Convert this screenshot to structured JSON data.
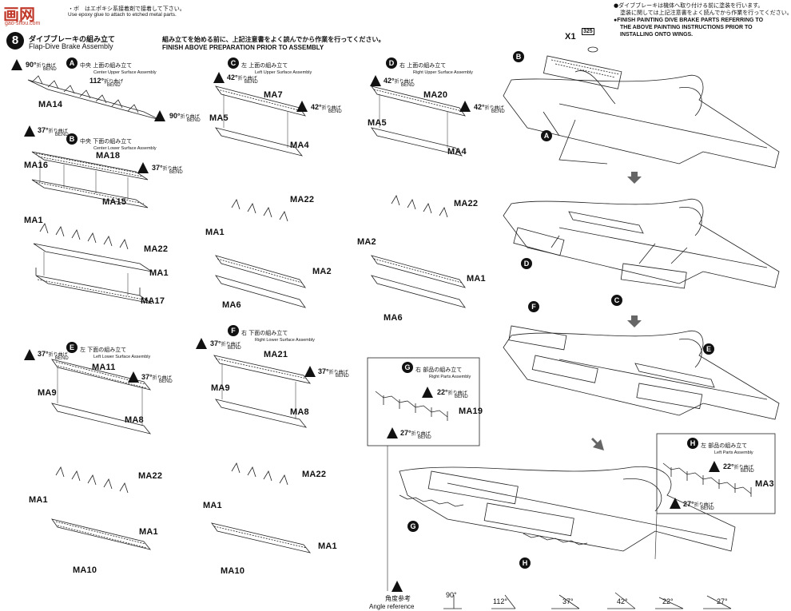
{
  "header": {
    "watermark_cn": "画网",
    "watermark_site": "gao-shou.com",
    "top_note_jp": "・ボ　はエポキシ系接着剤で接着して下さい。",
    "top_note_en": "Use epoxy glue to attach to etched metal parts."
  },
  "step": {
    "number": "8",
    "title_jp": "ダイブブレーキの組み立て",
    "title_en": "Flap-Dive Brake Assembly"
  },
  "prep_note": {
    "jp": "組み立てを始める前に、上記注意書をよく読んでから作業を行ってください。",
    "en": "FINISH ABOVE PREPARATION PRIOR TO ASSEMBLY"
  },
  "paint_note": {
    "jp1": "●ダイブブレーキは機体へ取り付ける前に塗装を行います。",
    "jp2": "塗装に関しては上記注意書をよく読んでから作業を行ってください。",
    "en1": "●FINISH PAINTING DIVE BRAKE PARTS REFERRING TO",
    "en2": "THE ABOVE PAINTING INSTRUCTIONS PRIOR TO",
    "en3": "INSTALLING ONTO WINGS."
  },
  "subassemblies": {
    "A": {
      "letter": "A",
      "jp": "中央 上面の組み立て",
      "en": "Center Upper Surface Assembly"
    },
    "B": {
      "letter": "B",
      "jp": "中央 下面の組み立て",
      "en": "Center Lower Surface Assembly"
    },
    "C": {
      "letter": "C",
      "jp": "左 上面の組み立て",
      "en": "Left Upper Surface Assembly"
    },
    "D": {
      "letter": "D",
      "jp": "右 上面の組み立て",
      "en": "Right Upper Surface Assembly"
    },
    "E": {
      "letter": "E",
      "jp": "左 下面の組み立て",
      "en": "Left Lower Surface Assembly"
    },
    "F": {
      "letter": "F",
      "jp": "右 下面の組み立て",
      "en": "Right Lower Surface Assembly"
    },
    "G": {
      "letter": "G",
      "jp": "右 部品の組み立て",
      "en": "Right Parts Assembly"
    },
    "H": {
      "letter": "H",
      "jp": "左 部品の組み立て",
      "en": "Left Parts Assembly"
    }
  },
  "bend": {
    "jp": "折り曲げ",
    "en": "BEND"
  },
  "bends": {
    "a90": "90°",
    "a112": "112°",
    "a90b": "90°",
    "b37": "37°",
    "b37b": "37°",
    "c42": "42°",
    "c42b": "42°",
    "d42": "42°",
    "d42b": "42°",
    "e37": "37°",
    "e37b": "37°",
    "f37": "37°",
    "f37b": "37°",
    "g22": "22°",
    "g27": "27°",
    "h22": "22°",
    "h27": "27°"
  },
  "parts": {
    "ma14": "MA14",
    "ma18": "MA18",
    "ma16": "MA16",
    "ma15": "MA15",
    "ma1_b": "MA1",
    "ma22_b": "MA22",
    "ma1_b2": "MA1",
    "ma17": "MA17",
    "ma7": "MA7",
    "ma5_c": "MA5",
    "ma4_c": "MA4",
    "ma22_c": "MA22",
    "ma1_c": "MA1",
    "ma2_c": "MA2",
    "ma6_c": "MA6",
    "ma20": "MA20",
    "ma5_d": "MA5",
    "ma4_d": "MA4",
    "ma22_d": "MA22",
    "ma2_d": "MA2",
    "ma1_d": "MA1",
    "ma6_d": "MA6",
    "ma11": "MA11",
    "ma9_e": "MA9",
    "ma8_e": "MA8",
    "ma22_e": "MA22",
    "ma1_e": "MA1",
    "ma1_e2": "MA1",
    "ma10_e": "MA10",
    "ma21": "MA21",
    "ma9_f": "MA9",
    "ma8_f": "MA8",
    "ma22_f": "MA22",
    "ma1_f": "MA1",
    "ma1_f2": "MA1",
    "ma10_f": "MA10",
    "ma19": "MA19",
    "ma3": "MA3",
    "x1": "X1",
    "p325": "325"
  },
  "angle_ref": {
    "jp": "角度参考",
    "en": "Angle reference",
    "angles": [
      "90°",
      "112°",
      "37°",
      "42°",
      "22°",
      "27°"
    ]
  },
  "colors": {
    "ink": "#111111",
    "paper": "#ffffff",
    "watermark": "#c0392b"
  }
}
